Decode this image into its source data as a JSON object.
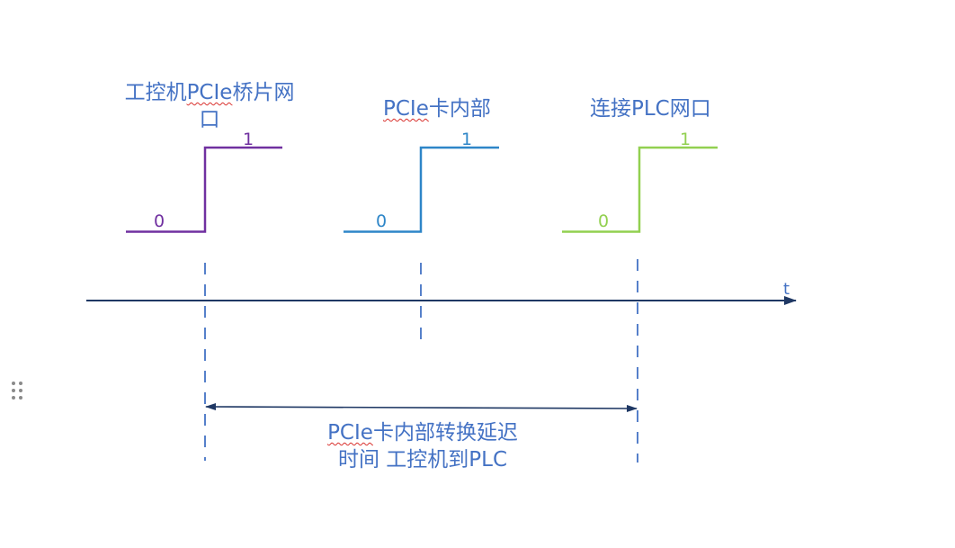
{
  "colors": {
    "purple": "#7030a0",
    "blue": "#2e86c8",
    "green": "#92d050",
    "label_blue": "#4472c4",
    "axis": "#1f3864",
    "dash": "#4472c4"
  },
  "signals": [
    {
      "title_line1_pre": "工控机",
      "title_line1_squiggle": "PCIe",
      "title_line1_post": "桥片网",
      "title_line2": "口",
      "low_label": "0",
      "high_label": "1"
    },
    {
      "title_squiggle": "PCIe",
      "title_post": "卡内部",
      "low_label": "0",
      "high_label": "1"
    },
    {
      "title": "连接PLC网口",
      "low_label": "0",
      "high_label": "1"
    }
  ],
  "axis": {
    "label": "t"
  },
  "delay": {
    "line1_squiggle": "PCIe",
    "line1_post": "卡内部转换延迟",
    "line2": "时间 工控机到PLC"
  },
  "icons": {
    "handle": "drag-handle-icon"
  }
}
